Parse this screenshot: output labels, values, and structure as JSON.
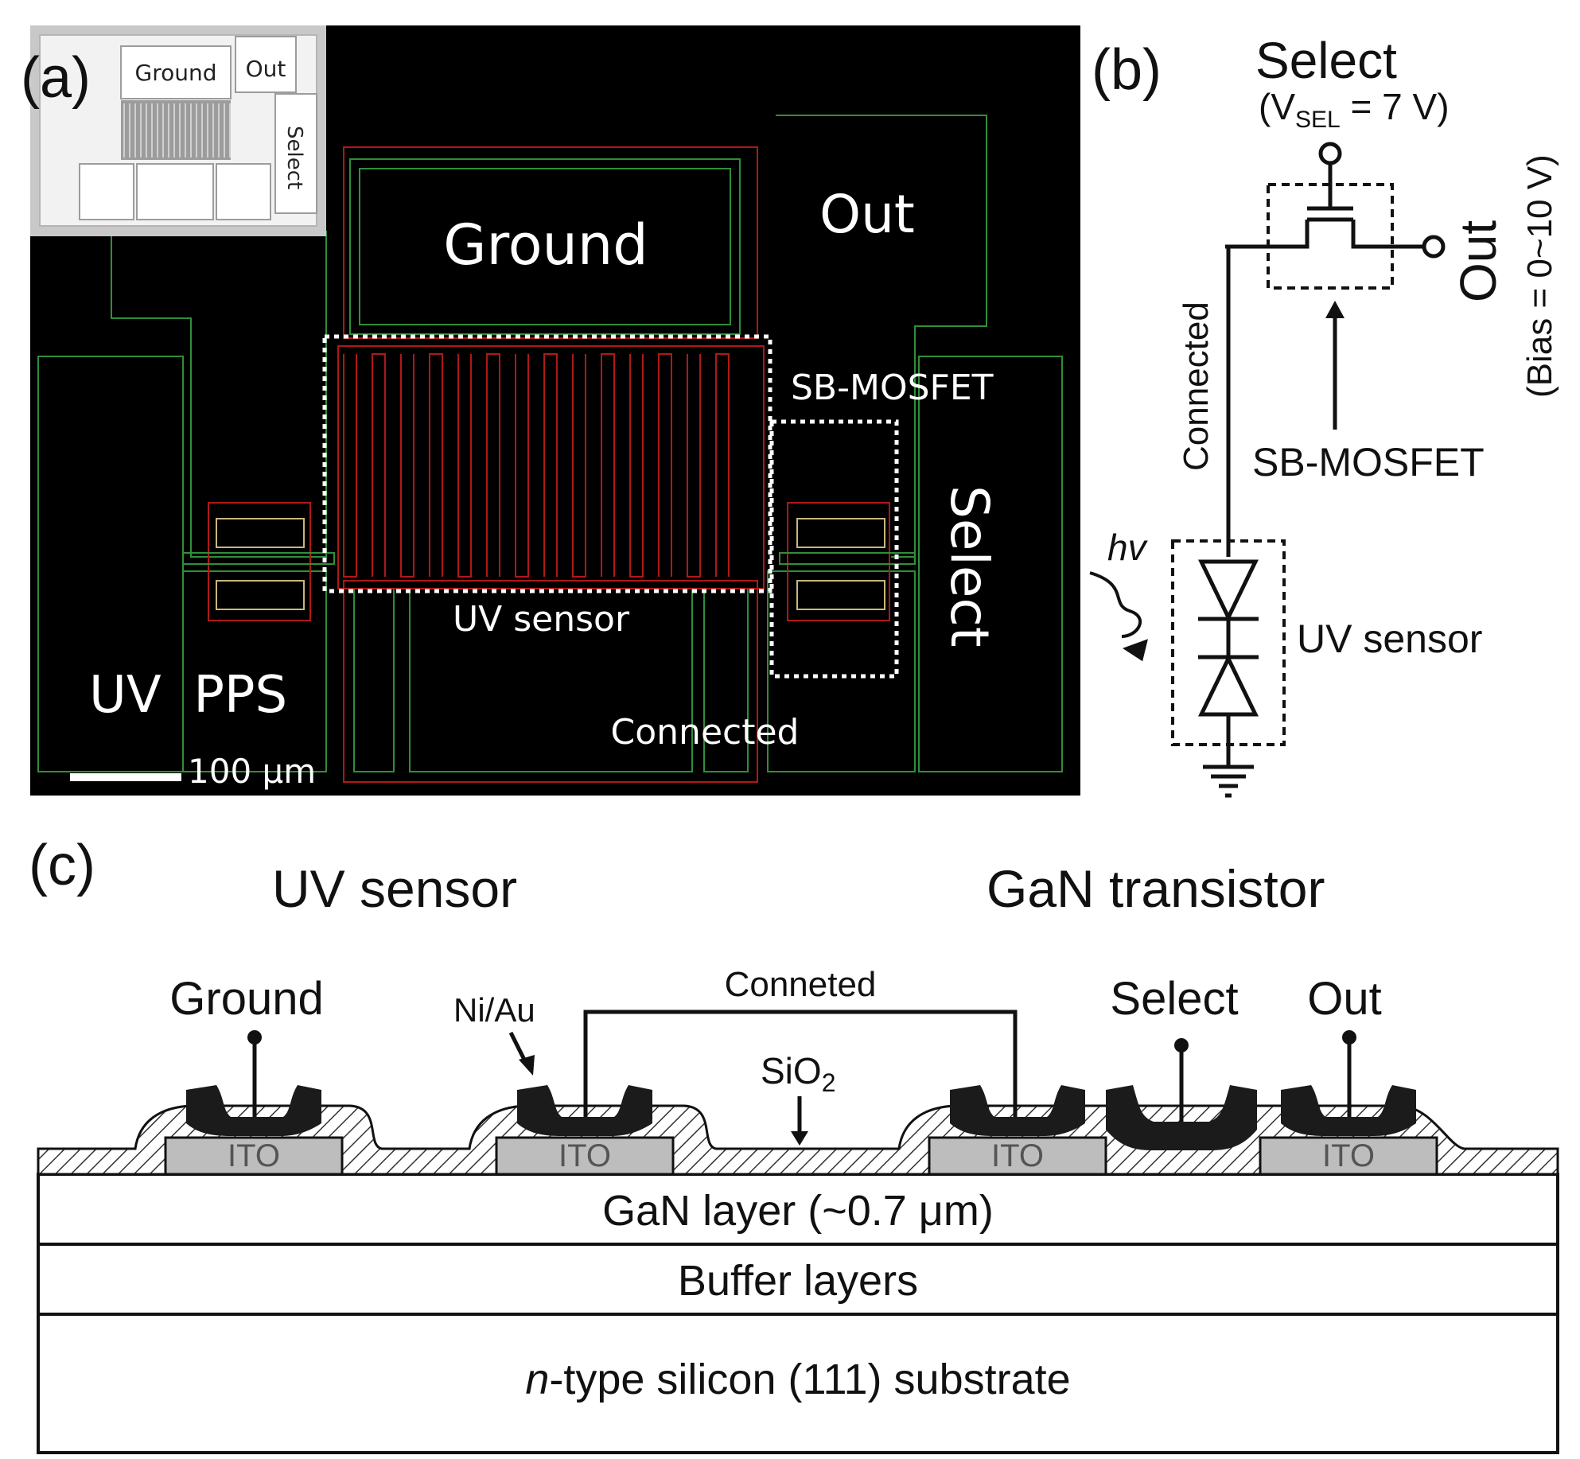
{
  "panel_a": {
    "label": "(a)",
    "inset": {
      "ground": "Ground",
      "out": "Out",
      "select": "Select"
    },
    "ground": "Ground",
    "out": "Out",
    "sb_mosfet": "SB-MOSFET",
    "select": "Select",
    "uv_sensor": "UV sensor",
    "uv_pps": "UV  PPS",
    "connected": "Connected",
    "scale_bar": "100 μm",
    "colors": {
      "background": "#000000",
      "green_layer": "#2f8f3a",
      "red_layer": "#b01818"
    }
  },
  "panel_b": {
    "label": "(b)",
    "select": "Select",
    "vsel_prefix": "(V",
    "vsel_sub": "SEL",
    "vsel_suffix": " = 7 V)",
    "out": "Out",
    "bias": "(Bias = 0~10 V)",
    "connected": "Connected",
    "sb_mosfet": "SB-MOSFET",
    "hv": "hv",
    "uv_sensor": "UV sensor"
  },
  "panel_c": {
    "label": "(c)",
    "uv_sensor_title": "UV sensor",
    "gan_transistor_title": "GaN transistor",
    "ground": "Ground",
    "ni_au": "Ni/Au",
    "conneted": "Conneted",
    "sio2_main": "SiO",
    "sio2_sub": "2",
    "select": "Select",
    "out": "Out",
    "ito": [
      "ITO",
      "ITO",
      "ITO",
      "ITO"
    ],
    "gan_layer": "GaN layer (~0.7 μm)",
    "buffer_layers": "Buffer layers",
    "substrate_italic": "n",
    "substrate_rest": "-type silicon (111) substrate"
  }
}
